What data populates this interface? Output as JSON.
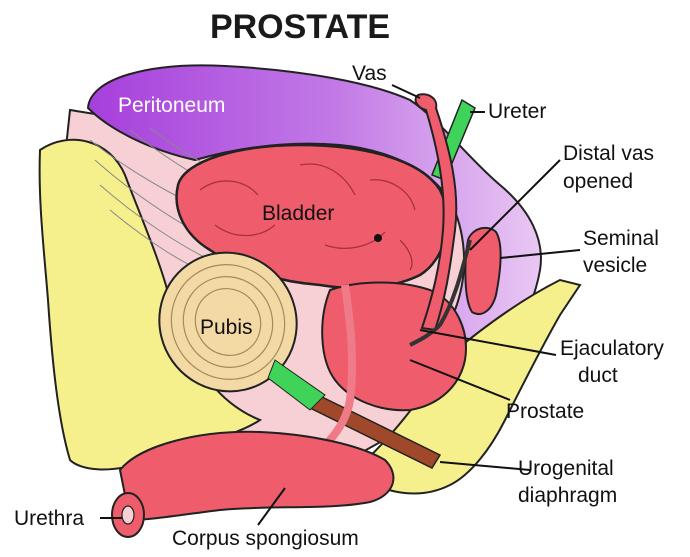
{
  "title": "PROSTATE",
  "labels": {
    "peritoneum": "Peritoneum",
    "bladder": "Bladder",
    "pubis": "Pubis",
    "vas": "Vas",
    "ureter": "Ureter",
    "distal_vas_1": "Distal vas",
    "distal_vas_2": "opened",
    "seminal_1": "Seminal",
    "seminal_2": "vesicle",
    "ejac_1": "Ejaculatory",
    "ejac_2": "duct",
    "prostate": "Prostate",
    "urogenital_1": "Urogenital",
    "urogenital_2": "diaphragm",
    "urethra": "Urethra",
    "corpus": "Corpus spongiosum"
  },
  "colors": {
    "peritoneum": "#a63fdc",
    "bladder": "#ef5c6c",
    "bone": "#f5f08c",
    "pubis": "#f3d9a4",
    "soft_tissue": "#f6d0d4",
    "ureter": "#3fd35a",
    "diaphragm": "#a0482a"
  }
}
